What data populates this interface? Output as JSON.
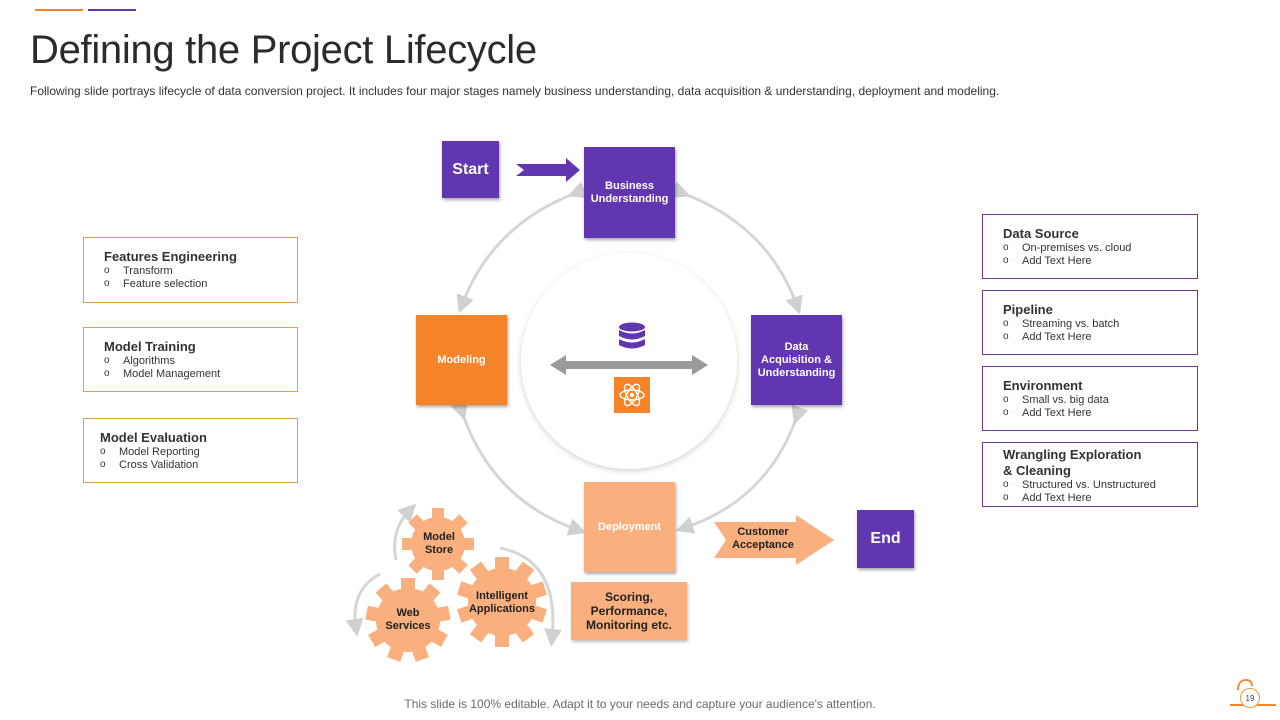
{
  "header": {
    "title": "Defining the Project Lifecycle",
    "subtitle": "Following slide portrays lifecycle of data conversion  project. It includes four major stages namely business understanding,  data acquisition & understanding,  deployment and modeling."
  },
  "colors": {
    "accent_orange": "#f5832a",
    "accent_purple": "#6236b0",
    "peach": "#f9b07e",
    "arrow_gray": "#d0d0d0"
  },
  "diagram": {
    "start_label": "Start",
    "end_label": "End",
    "business_label": "Business Understanding",
    "acquisition_label": "Data Acquisition & Understanding",
    "modeling_label": "Modeling",
    "deployment_label": "Deployment",
    "customer_label": "Customer Acceptance",
    "scoring_label": "Scoring, Performance, Monitoring etc.",
    "center_icons": [
      "database-icon",
      "atom-icon"
    ],
    "gears": {
      "model_store": "Model Store",
      "intelligent_apps": "Intelligent Applications",
      "web_services": "Web Services"
    }
  },
  "left_cards": [
    {
      "title": "Features Engineering",
      "items": [
        "Transform",
        "Feature selection"
      ]
    },
    {
      "title": "Model Training",
      "items": [
        "Algorithms",
        "Model Management"
      ]
    },
    {
      "title": "Model Evaluation",
      "items": [
        "Model Reporting",
        "Cross Validation"
      ]
    }
  ],
  "right_cards": [
    {
      "title": "Data Source",
      "items": [
        "On-premises vs. cloud",
        "Add Text Here"
      ]
    },
    {
      "title": "Pipeline",
      "items": [
        "Streaming vs. batch",
        "Add Text Here"
      ]
    },
    {
      "title": "Environment",
      "items": [
        "Small  vs. big data",
        "Add Text Here"
      ]
    },
    {
      "title_line1": "Wrangling Exploration",
      "title_line2": "& Cleaning",
      "items": [
        "Structured vs. Unstructured",
        "Add Text Here"
      ]
    }
  ],
  "footer": {
    "text": "This slide is 100% editable. Adapt it to your needs and capture your audience's attention.",
    "page_number": "19"
  }
}
